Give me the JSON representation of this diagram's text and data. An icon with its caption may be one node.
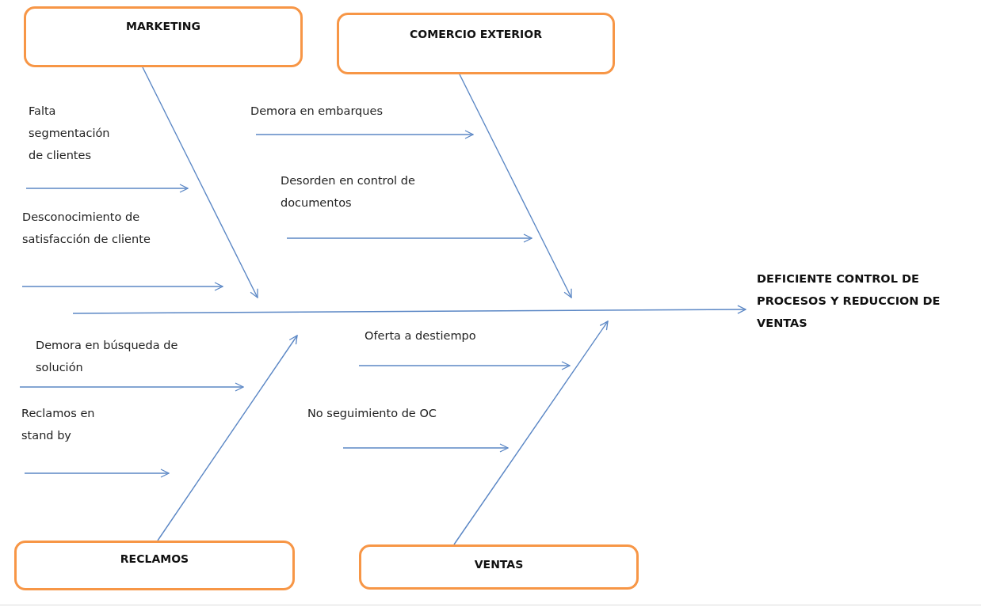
{
  "diagram": {
    "nodes": [
      {
        "text": [
          "MARKETING"
        ]
      },
      {
        "text": [
          "COMERCIO EXTERIOR"
        ]
      },
      {
        "text": [
          "RECLAMOS"
        ]
      },
      {
        "text": [
          "VENTAS"
        ]
      },
      {
        "text": [
          "DEFICIENTE CONTROL DE PROCESOS Y REDUCCION DE VENTAS"
        ]
      },
      {
        "text": [
          "Falta segmentación de clientes"
        ]
      },
      {
        "text": [
          "Demora en embarques"
        ]
      },
      {
        "text": [
          "Desconocimiento de satisfacción de cliente"
        ]
      },
      {
        "text": [
          "Desorden en control de documentos"
        ]
      },
      {
        "text": [
          "Demora en búsqueda de solución"
        ]
      },
      {
        "text": [
          "Oferta a destiempo"
        ]
      },
      {
        "text": [
          "Reclamos en stand by"
        ]
      },
      {
        "text": [
          "No seguimiento de OC"
        ]
      }
    ],
    "edges": [
      {
        "from": 0,
        "to": null,
        "arrow": "to"
      },
      {
        "from": 1,
        "to": null,
        "arrow": "to"
      },
      {
        "from": 2,
        "to": null,
        "arrow": "to"
      },
      {
        "from": 3,
        "to": null,
        "arrow": "to"
      },
      {
        "from": null,
        "to": 4,
        "arrow": "to"
      },
      {
        "from": 5,
        "to": null,
        "arrow": "to"
      },
      {
        "from": 6,
        "to": null,
        "arrow": "to"
      },
      {
        "from": 7,
        "to": null,
        "arrow": "to"
      },
      {
        "from": 8,
        "to": null,
        "arrow": "to"
      },
      {
        "from": 9,
        "to": null,
        "arrow": "to"
      },
      {
        "from": 10,
        "to": null,
        "arrow": "to"
      },
      {
        "from": 11,
        "to": null,
        "arrow": "to"
      },
      {
        "from": 12,
        "to": null,
        "arrow": "to"
      }
    ]
  }
}
